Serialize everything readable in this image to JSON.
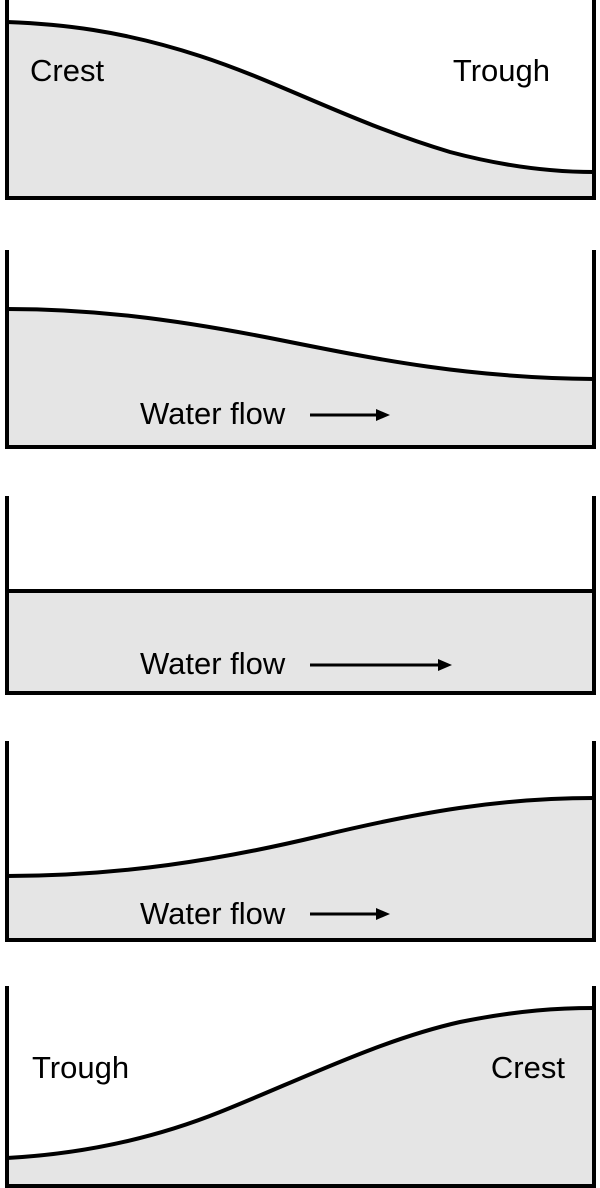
{
  "colors": {
    "water": "#e5e5e5",
    "stroke": "#000000",
    "background": "#ffffff"
  },
  "panels": [
    {
      "labels": {
        "left": "Crest",
        "right": "Trough"
      }
    },
    {
      "labels": {
        "flow": "Water flow"
      }
    },
    {
      "labels": {
        "flow": "Water flow"
      }
    },
    {
      "labels": {
        "flow": "Water flow"
      }
    },
    {
      "labels": {
        "left": "Trough",
        "right": "Crest"
      }
    }
  ]
}
